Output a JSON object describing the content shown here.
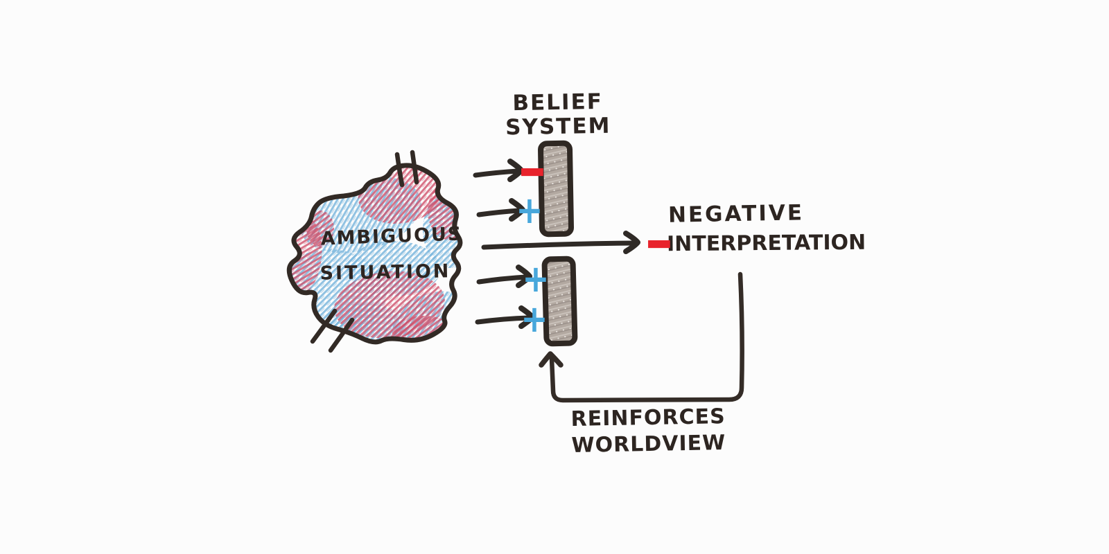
{
  "scene": {
    "background": "#fcfcfc",
    "ink": "#322a25",
    "description": "hand-drawn cognitive-bias diagram"
  },
  "nodes": {
    "source": {
      "line1": "AMBIGUOUS",
      "line2": "SITUATION"
    },
    "filter": {
      "line1": "BELIEF",
      "line2": "SYSTEM"
    },
    "result": {
      "line1": "NEGATIVE",
      "line2": "INTERPRETATION"
    },
    "feedback": {
      "line1": "REINFORCES",
      "line2": "WORLDVIEW"
    }
  },
  "signs": {
    "minus_top": "−",
    "plus_upper": "+",
    "minus_result": "−",
    "plus_middle": "+",
    "plus_lower": "+"
  },
  "colors": {
    "negative_sign": "#e8232c",
    "positive_sign": "#48a7db",
    "scribble_red": "#d0506a",
    "scribble_blue": "#7db7dd",
    "bar_fill": "#b3a9a1",
    "ink": "#322a25"
  }
}
